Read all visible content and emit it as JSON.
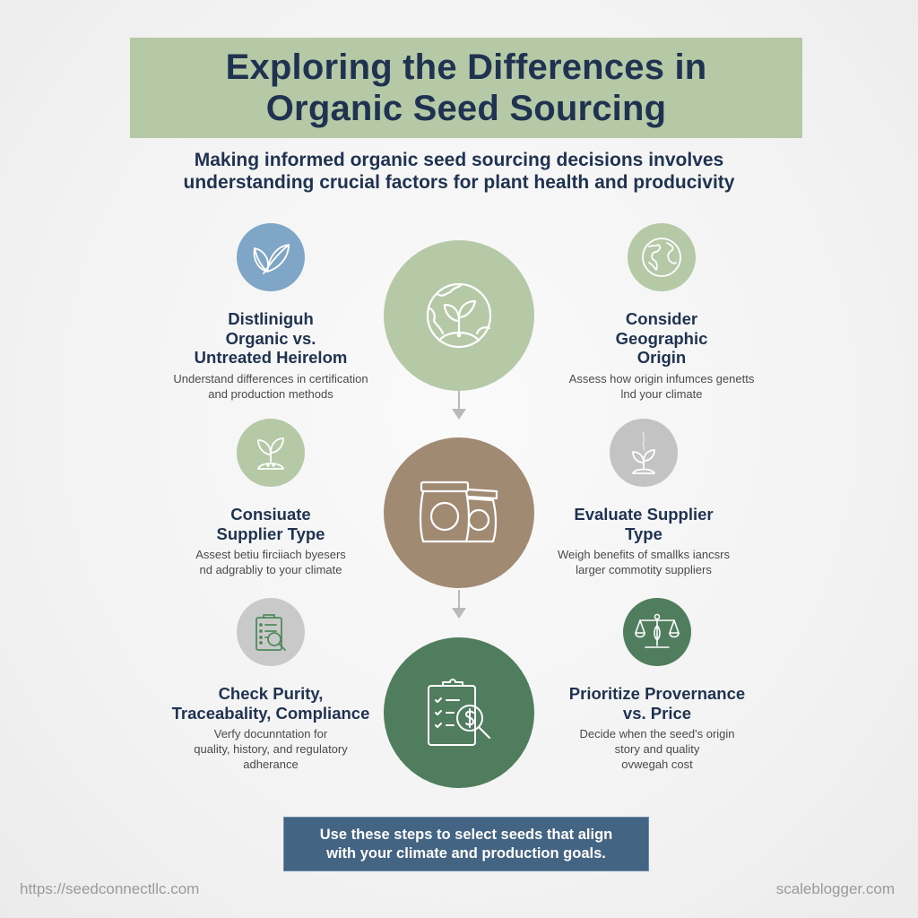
{
  "header": {
    "title_line1": "Exploring the Differences in",
    "title_line2": "Organic Seed Sourcing",
    "subtitle_line1": "Making informed organic seed sourcing decisions involves",
    "subtitle_line2": "understanding crucial factors for plant health and producivity"
  },
  "colors": {
    "title_banner": "#b5c9a7",
    "title_text": "#1f3350",
    "center_circle_1": "#b5c9a7",
    "center_circle_2": "#a08a72",
    "center_circle_3": "#4f7d5e",
    "footer_banner": "#436482"
  },
  "center_icons": [
    {
      "icon": "globe-sprout-icon"
    },
    {
      "icon": "seed-bags-icon"
    },
    {
      "icon": "clipboard-dollar-search-icon"
    }
  ],
  "items": {
    "left": [
      {
        "icon": "leaves-icon",
        "title_lines": [
          "Distliniguh",
          "Organic vs.",
          "Untreated Heirelom"
        ],
        "desc_lines": [
          "Understand differences in certification",
          "and production methods"
        ]
      },
      {
        "icon": "sprout-icon",
        "title_lines": [
          "Consiuate",
          "Supplier Type"
        ],
        "desc_lines": [
          "Assest betiu firciiach byesers",
          "nd adgrabliy to your climate"
        ]
      },
      {
        "icon": "checklist-magnifier-icon",
        "title_lines": [
          "Check Purity,",
          "Traceabality, Compliance"
        ],
        "desc_lines": [
          "Verfy docunntation for",
          "quality, history, and regulatory",
          "adherance"
        ]
      }
    ],
    "right": [
      {
        "icon": "globe-icon",
        "title_lines": [
          "Consider",
          "Geographic",
          "Origin"
        ],
        "desc_lines": [
          "Assess how origin infumces genetts",
          "lnd your climate"
        ]
      },
      {
        "icon": "sprout-water-icon",
        "title_lines": [
          "Evaluate Supplier",
          "Type"
        ],
        "desc_lines": [
          "Weigh benefits of smallks iancsrs",
          "larger commotity suppliers"
        ]
      },
      {
        "icon": "balance-scale-icon",
        "title_lines": [
          "Prioritize Provernance",
          "vs. Price"
        ],
        "desc_lines": [
          "Decide when the seed's origin",
          "story and quality",
          "ovwegah cost"
        ]
      }
    ]
  },
  "footer": {
    "banner_line1": "Use these steps to select seeds that align",
    "banner_line2": "with your climate and production goals.",
    "link_left": "https://seedconnectllc.com",
    "link_right": "scaleblogger.com"
  }
}
